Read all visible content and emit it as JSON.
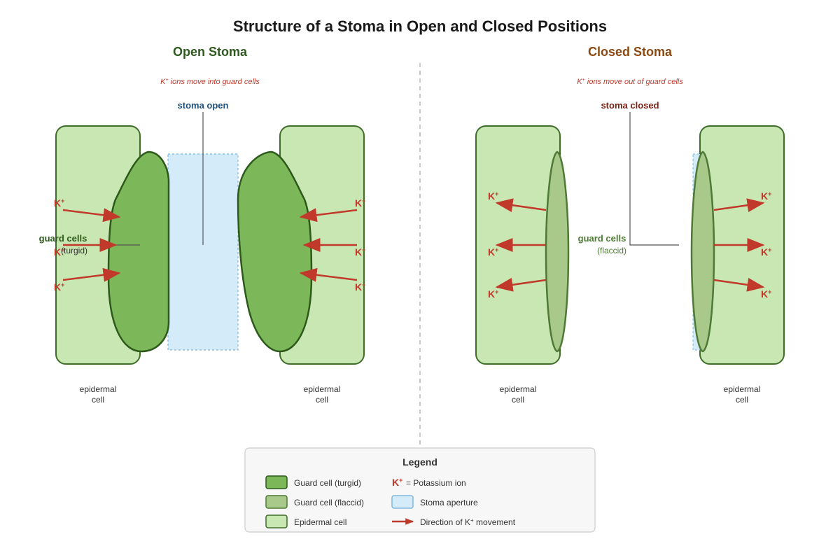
{
  "title": "Structure of a Stoma in Open and Closed Positions",
  "colors": {
    "epidermal_fill": "#c9e7b3",
    "epidermal_stroke": "#3f6d2a",
    "guard_turgid_fill": "#7cb85a",
    "guard_turgid_stroke": "#2d5a1b",
    "guard_flaccid_fill": "#a8c98a",
    "guard_flaccid_stroke": "#4e7a35",
    "aperture_fill": "#d4ecfa",
    "aperture_stroke": "#7fb8dd",
    "ion": "#c0392b",
    "open_title": "#2f5a1f",
    "closed_title": "#8b4a14",
    "open_callout": "#1f4e79",
    "closed_callout": "#7a1f12"
  },
  "open": {
    "heading": "Open Stoma",
    "note_prefix": "K",
    "note_sup": "+",
    "note_text": " ions move into guard cells",
    "stoma_label": "stoma open",
    "guard_label": "guard cells",
    "guard_state": "(turgid)",
    "epidermal_left": [
      "epidermal",
      "cell"
    ],
    "epidermal_right": [
      "epidermal",
      "cell"
    ]
  },
  "closed": {
    "heading": "Closed Stoma",
    "note_prefix": "K",
    "note_sup": "+",
    "note_text": " ions move out of guard cells",
    "stoma_label": "stoma closed",
    "guard_label": "guard cells",
    "guard_state": "(flaccid)",
    "epidermal_left": [
      "epidermal",
      "cell"
    ],
    "epidermal_right": [
      "epidermal",
      "cell"
    ]
  },
  "ion": {
    "symbol": "K",
    "charge": "+"
  },
  "legend": {
    "title": "Legend",
    "items": [
      {
        "label": "Guard cell (turgid)"
      },
      {
        "label": "Guard cell (flaccid)"
      },
      {
        "label": "Epidermal cell"
      },
      {
        "label": "= Potassium ion"
      },
      {
        "label": "Stoma aperture"
      },
      {
        "label_prefix": "Direction of K",
        "label_sup": "+",
        "label_suffix": " movement"
      }
    ]
  }
}
